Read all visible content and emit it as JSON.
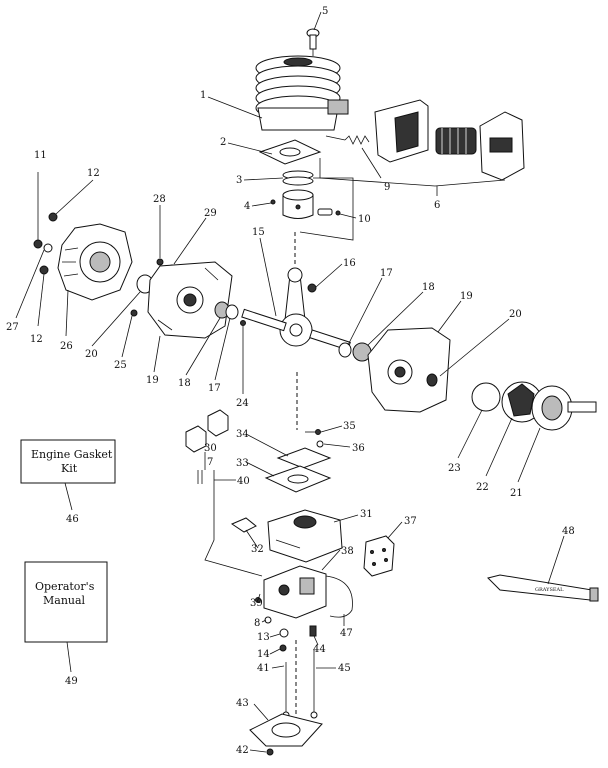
{
  "callouts": [
    {
      "id": "c5",
      "text": "5"
    },
    {
      "id": "c1",
      "text": "1"
    },
    {
      "id": "c2",
      "text": "2"
    },
    {
      "id": "c3",
      "text": "3"
    },
    {
      "id": "c4",
      "text": "4"
    },
    {
      "id": "c9",
      "text": "9"
    },
    {
      "id": "c6",
      "text": "6"
    },
    {
      "id": "c10",
      "text": "10"
    },
    {
      "id": "c11",
      "text": "11"
    },
    {
      "id": "c12a",
      "text": "12"
    },
    {
      "id": "c12b",
      "text": "12"
    },
    {
      "id": "c27",
      "text": "27"
    },
    {
      "id": "c26",
      "text": "26"
    },
    {
      "id": "c28",
      "text": "28"
    },
    {
      "id": "c29",
      "text": "29"
    },
    {
      "id": "c20a",
      "text": "20"
    },
    {
      "id": "c25",
      "text": "25"
    },
    {
      "id": "c19a",
      "text": "19"
    },
    {
      "id": "c18a",
      "text": "18"
    },
    {
      "id": "c17a",
      "text": "17"
    },
    {
      "id": "c24",
      "text": "24"
    },
    {
      "id": "c15",
      "text": "15"
    },
    {
      "id": "c16",
      "text": "16"
    },
    {
      "id": "c17b",
      "text": "17"
    },
    {
      "id": "c18b",
      "text": "18"
    },
    {
      "id": "c19b",
      "text": "19"
    },
    {
      "id": "c20b",
      "text": "20"
    },
    {
      "id": "c23",
      "text": "23"
    },
    {
      "id": "c22",
      "text": "22"
    },
    {
      "id": "c21",
      "text": "21"
    },
    {
      "id": "c35",
      "text": "35"
    },
    {
      "id": "c36",
      "text": "36"
    },
    {
      "id": "c34",
      "text": "34"
    },
    {
      "id": "c30",
      "text": "30"
    },
    {
      "id": "c7",
      "text": "7"
    },
    {
      "id": "c33",
      "text": "33"
    },
    {
      "id": "c40",
      "text": "40"
    },
    {
      "id": "c31",
      "text": "31"
    },
    {
      "id": "c37",
      "text": "37"
    },
    {
      "id": "c32",
      "text": "32"
    },
    {
      "id": "c38",
      "text": "38"
    },
    {
      "id": "c39",
      "text": "39"
    },
    {
      "id": "c8",
      "text": "8"
    },
    {
      "id": "c13",
      "text": "13"
    },
    {
      "id": "c14",
      "text": "14"
    },
    {
      "id": "c44",
      "text": "44"
    },
    {
      "id": "c47",
      "text": "47"
    },
    {
      "id": "c41",
      "text": "41"
    },
    {
      "id": "c45",
      "text": "45"
    },
    {
      "id": "c43",
      "text": "43"
    },
    {
      "id": "c42",
      "text": "42"
    },
    {
      "id": "c46",
      "text": "46"
    },
    {
      "id": "c49",
      "text": "49"
    },
    {
      "id": "c48",
      "text": "48"
    }
  ],
  "gasket_kit_box": {
    "line1": "Engine Gasket",
    "line2": "Kit"
  },
  "manual_box": {
    "line1": "Operator's",
    "line2": "Manual"
  },
  "sealant_tube_label": "GRAYSEAL"
}
